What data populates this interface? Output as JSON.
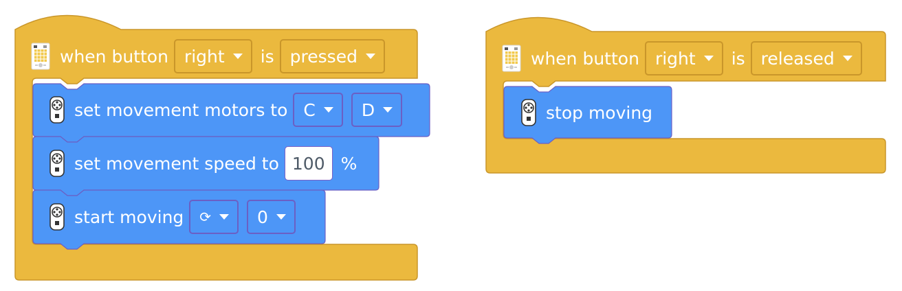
{
  "colors": {
    "events_block": "#ebb93e",
    "events_border": "#c9962a",
    "motion_block": "#4d96f7",
    "motion_border": "#6b5fc4"
  },
  "scripts": [
    {
      "hat": {
        "icon": "hub-icon",
        "label_when": "when button",
        "button_value": "right",
        "label_is": "is",
        "state_value": "pressed"
      },
      "blocks": [
        {
          "icon": "motor-icon",
          "label": "set movement motors to",
          "motor_a": "C",
          "motor_b": "D"
        },
        {
          "icon": "motor-icon",
          "label": "set movement speed to",
          "speed_value": "100",
          "unit": "%"
        },
        {
          "icon": "motor-icon",
          "label": "start moving",
          "direction_value": "⟳",
          "steer_value": "0"
        }
      ]
    },
    {
      "hat": {
        "icon": "hub-icon",
        "label_when": "when button",
        "button_value": "right",
        "label_is": "is",
        "state_value": "released"
      },
      "blocks": [
        {
          "icon": "motor-icon",
          "label": "stop moving"
        }
      ]
    }
  ]
}
